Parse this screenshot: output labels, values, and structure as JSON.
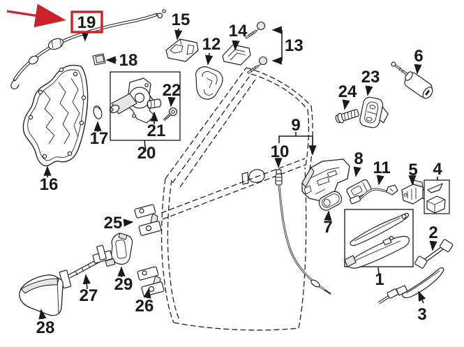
{
  "diagram": {
    "kind": "exploded-door-parts-diagram",
    "background": "#ffffff",
    "line_color": "#222222",
    "highlight_color": "#cc2229",
    "highlighted_part": "19",
    "part_labels": {
      "p1": "1",
      "p2": "2",
      "p3": "3",
      "p4": "4",
      "p5": "5",
      "p6": "6",
      "p7": "7",
      "p8": "8",
      "p9": "9",
      "p10": "10",
      "p11": "11",
      "p12": "12",
      "p13": "13",
      "p14": "14",
      "p15": "15",
      "p16": "16",
      "p17": "17",
      "p18": "18",
      "p19": "19",
      "p20": "20",
      "p21": "21",
      "p22": "22",
      "p23": "23",
      "p24": "24",
      "p25": "25",
      "p26": "26",
      "p27": "27",
      "p28": "28",
      "p29": "29"
    }
  }
}
